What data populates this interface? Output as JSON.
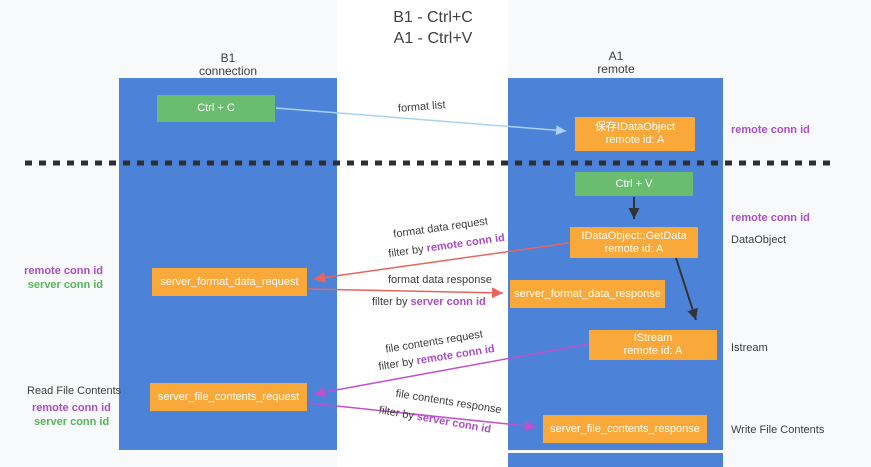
{
  "title": {
    "line1": "B1 - Ctrl+C",
    "line2": "A1 - Ctrl+V"
  },
  "columns": {
    "left": {
      "name": "B1",
      "role": "connection"
    },
    "right": {
      "name": "A1",
      "role": "remote"
    }
  },
  "nodes": {
    "ctrl_c": "Ctrl + C",
    "ctrl_v": "Ctrl + V",
    "save_idataobject": {
      "line1": "保存IDataObject",
      "line2": "remote id: A"
    },
    "getdata": {
      "line1": "IDataObject::GetData",
      "line2": "remote id: A"
    },
    "istream": {
      "line1": "IStream",
      "line2": "remote id: A"
    },
    "format_request": "server_format_data_request",
    "format_response": "server_format_data_response",
    "file_request": "server_file_contents_request",
    "file_response": "server_file_contents_response"
  },
  "flows": {
    "format_list": "format list",
    "format_request": {
      "label": "format data request",
      "filter_prefix": "filter by",
      "filter_key": "remote conn id"
    },
    "format_response": {
      "label": "format data response",
      "filter_prefix": "filter by",
      "filter_key": "server conn id"
    },
    "file_request": {
      "label": "file contents request",
      "filter_prefix": "filter by",
      "filter_key": "remote conn id"
    },
    "file_response": {
      "label": "file contents response",
      "filter_prefix": "filter by",
      "filter_key": "server conn id"
    }
  },
  "annotations": {
    "right_top_conn": "remote conn id",
    "right_mid_conn": "remote conn id",
    "dataobject": "DataObject",
    "istream": "Istream",
    "write_file": "Write File Contents",
    "left_remote_conn": "remote conn id",
    "left_server_conn": "server conn id",
    "read_file": "Read File Contents",
    "read_remote_conn": "remote conn id",
    "read_server_conn": "server conn id"
  },
  "colors": {
    "column_blue": "#4c83d8",
    "box_green": "#6abd6e",
    "box_orange": "#f9a83a",
    "arrow_blue": "#a9d2f1",
    "arrow_red": "#e8655c",
    "arrow_magenta": "#c050cc",
    "text_purple": "#a94fc4",
    "text_green": "#56b45a",
    "ink": "#3d3d3d"
  }
}
